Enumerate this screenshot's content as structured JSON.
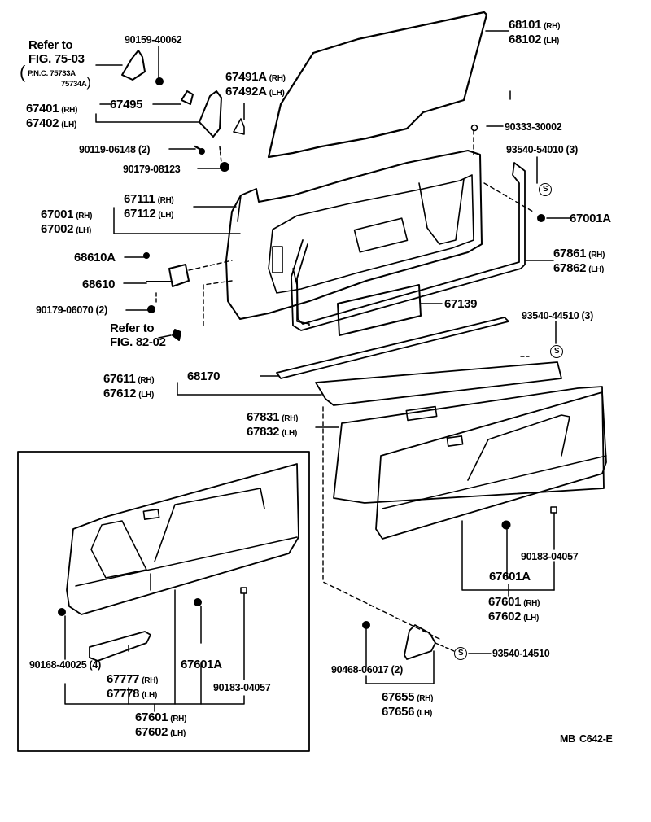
{
  "diagram": {
    "code": "MB  C642-E",
    "references": [
      {
        "id": "ref-fig-75-03",
        "line1": "Refer to",
        "line2": "FIG. 75-03",
        "pnc_prefix": "P.N.C.",
        "pnc": [
          "75733A",
          "75734A"
        ]
      },
      {
        "id": "ref-fig-82-02",
        "line1": "Refer to",
        "line2": "FIG. 82-02"
      }
    ],
    "parts": {
      "p90159": "90159-40062",
      "p67495": "67495",
      "p67401": {
        "rh": "67401",
        "lh": "67402"
      },
      "p67491A": {
        "rh": "67491A",
        "lh": "67492A"
      },
      "p90119": "90119-06148 (2)",
      "p90179a": "90179-08123",
      "p68101": {
        "rh": "68101",
        "lh": "68102"
      },
      "p90333": "90333-30002",
      "p93540a": "93540-54010 (3)",
      "p67111": {
        "rh": "67111",
        "lh": "67112"
      },
      "p67001": {
        "rh": "67001",
        "lh": "67002"
      },
      "p67001A": "67001A",
      "p68610A": "68610A",
      "p68610": "68610",
      "p90179b": "90179-06070 (2)",
      "p67861": {
        "rh": "67861",
        "lh": "67862"
      },
      "p67139": "67139",
      "p93540b": "93540-44510 (3)",
      "p68170": "68170",
      "p67611": {
        "rh": "67611",
        "lh": "67612"
      },
      "p67831": {
        "rh": "67831",
        "lh": "67832"
      },
      "p90183a": "90183-04057",
      "p67601Aa": "67601A",
      "p67601a": {
        "rh": "67601",
        "lh": "67602"
      },
      "p93540c": "93540-14510",
      "p90468": "90468-06017 (2)",
      "p67655": {
        "rh": "67655",
        "lh": "67656"
      },
      "p90168": "90168-40025 (4)",
      "p67777": {
        "rh": "67777",
        "lh": "67778"
      },
      "p67601Ab": "67601A",
      "p90183b": "90183-04057",
      "p67601b": {
        "rh": "67601",
        "lh": "67602"
      }
    },
    "side_labels": {
      "rh": "(RH)",
      "lh": "(LH)"
    },
    "screw_symbol": "S"
  }
}
